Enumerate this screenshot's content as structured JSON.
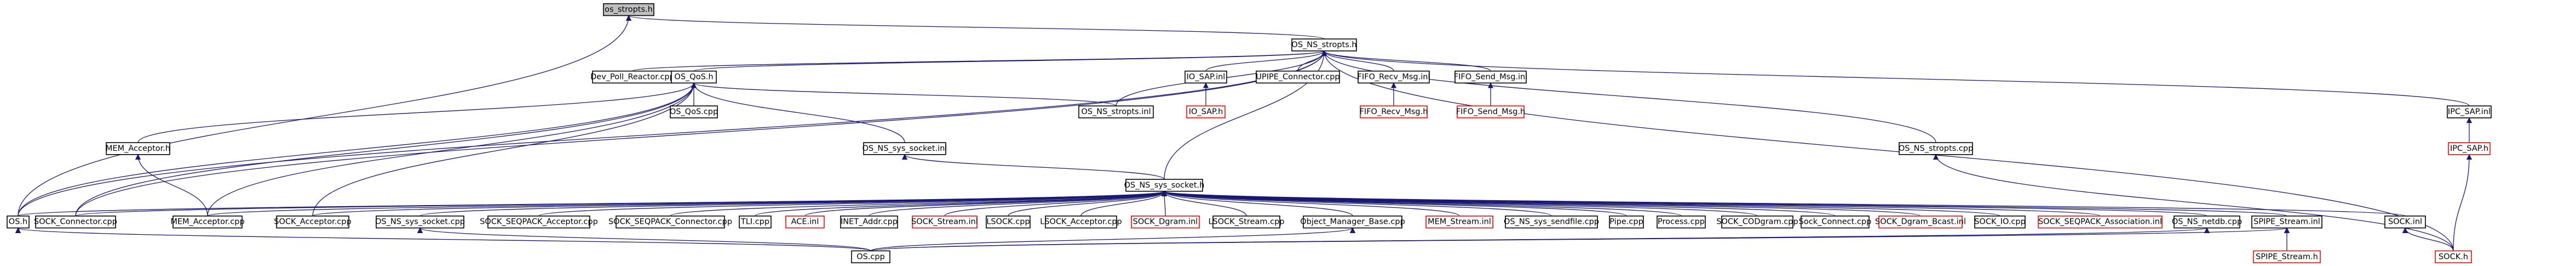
{
  "graph": {
    "colors": {
      "edge": "#191970",
      "node_border_documented": "#000000",
      "node_border_undocumented": "#ff0000",
      "node_fill_root": "#bfbfbf",
      "node_fill": "#ffffff",
      "text": "#000000"
    },
    "nodes": [
      {
        "id": "root",
        "label": "os_stropts.h",
        "kind": "root"
      },
      {
        "id": "osnsstropts_h",
        "label": "OS_NS_stropts.h",
        "kind": "doc"
      },
      {
        "id": "devpoll",
        "label": "Dev_Poll_Reactor.cpp",
        "kind": "doc"
      },
      {
        "id": "osqos_h",
        "label": "OS_QoS.h",
        "kind": "doc"
      },
      {
        "id": "iosap_inl",
        "label": "IO_SAP.inl",
        "kind": "doc"
      },
      {
        "id": "iosap_h",
        "label": "IO_SAP.h",
        "kind": "undoc"
      },
      {
        "id": "upipe_conn",
        "label": "UPIPE_Connector.cpp",
        "kind": "doc"
      },
      {
        "id": "fifo_recv_inl",
        "label": "FIFO_Recv_Msg.inl",
        "kind": "doc"
      },
      {
        "id": "fifo_recv_h",
        "label": "FIFO_Recv_Msg.h",
        "kind": "undoc"
      },
      {
        "id": "fifo_send_inl",
        "label": "FIFO_Send_Msg.inl",
        "kind": "doc"
      },
      {
        "id": "fifo_send_h",
        "label": "FIFO_Send_Msg.h",
        "kind": "undoc"
      },
      {
        "id": "ipcsap_inl",
        "label": "IPC_SAP.inl",
        "kind": "doc"
      },
      {
        "id": "ipcsap_h",
        "label": "IPC_SAP.h",
        "kind": "undoc"
      },
      {
        "id": "osqos_cpp",
        "label": "OS_QoS.cpp",
        "kind": "doc"
      },
      {
        "id": "osnssyssock_inl",
        "label": "OS_NS_sys_socket.inl",
        "kind": "doc"
      },
      {
        "id": "osnsstropts_inl",
        "label": "OS_NS_stropts.inl",
        "kind": "doc"
      },
      {
        "id": "mem_acceptor_h",
        "label": "MEM_Acceptor.h",
        "kind": "doc"
      },
      {
        "id": "osnssyssock_h",
        "label": "OS_NS_sys_socket.h",
        "kind": "doc"
      },
      {
        "id": "osnsstropts_cpp",
        "label": "OS_NS_stropts.cpp",
        "kind": "doc"
      },
      {
        "id": "os_h",
        "label": "OS.h",
        "kind": "doc"
      },
      {
        "id": "sock_conn",
        "label": "SOCK_Connector.cpp",
        "kind": "doc"
      },
      {
        "id": "mem_acc_cpp",
        "label": "MEM_Acceptor.cpp",
        "kind": "doc"
      },
      {
        "id": "sock_acc",
        "label": "SOCK_Acceptor.cpp",
        "kind": "doc"
      },
      {
        "id": "osnssyssock_cpp",
        "label": "OS_NS_sys_socket.cpp",
        "kind": "doc"
      },
      {
        "id": "seqpack_acc",
        "label": "SOCK_SEQPACK_Acceptor.cpp",
        "kind": "doc"
      },
      {
        "id": "seqpack_conn",
        "label": "SOCK_SEQPACK_Connector.cpp",
        "kind": "doc"
      },
      {
        "id": "tli",
        "label": "TLI.cpp",
        "kind": "doc"
      },
      {
        "id": "ace_inl",
        "label": "ACE.inl",
        "kind": "undoc"
      },
      {
        "id": "inet_addr",
        "label": "INET_Addr.cpp",
        "kind": "doc"
      },
      {
        "id": "sock_stream_inl",
        "label": "SOCK_Stream.inl",
        "kind": "undoc"
      },
      {
        "id": "lsock",
        "label": "LSOCK.cpp",
        "kind": "doc"
      },
      {
        "id": "lsock_acc",
        "label": "LSOCK_Acceptor.cpp",
        "kind": "doc"
      },
      {
        "id": "sock_dgram_inl",
        "label": "SOCK_Dgram.inl",
        "kind": "undoc"
      },
      {
        "id": "lsock_stream",
        "label": "LSOCK_Stream.cpp",
        "kind": "doc"
      },
      {
        "id": "objmgr",
        "label": "Object_Manager_Base.cpp",
        "kind": "doc"
      },
      {
        "id": "mem_stream_inl",
        "label": "MEM_Stream.inl",
        "kind": "undoc"
      },
      {
        "id": "sendfile",
        "label": "OS_NS_sys_sendfile.cpp",
        "kind": "doc"
      },
      {
        "id": "pipe",
        "label": "Pipe.cpp",
        "kind": "doc"
      },
      {
        "id": "process",
        "label": "Process.cpp",
        "kind": "doc"
      },
      {
        "id": "codgram",
        "label": "SOCK_CODgram.cpp",
        "kind": "doc"
      },
      {
        "id": "sock_connect",
        "label": "Sock_Connect.cpp",
        "kind": "doc"
      },
      {
        "id": "dgram_bcast",
        "label": "SOCK_Dgram_Bcast.inl",
        "kind": "undoc"
      },
      {
        "id": "sock_io",
        "label": "SOCK_IO.cpp",
        "kind": "doc"
      },
      {
        "id": "seqpack_assoc",
        "label": "SOCK_SEQPACK_Association.inl",
        "kind": "undoc"
      },
      {
        "id": "netdb",
        "label": "OS_NS_netdb.cpp",
        "kind": "doc"
      },
      {
        "id": "spipe_stream_inl",
        "label": "SPIPE_Stream.inl",
        "kind": "doc"
      },
      {
        "id": "spipe_stream_h",
        "label": "SPIPE_Stream.h",
        "kind": "undoc"
      },
      {
        "id": "sock_inl",
        "label": "SOCK.inl",
        "kind": "doc"
      },
      {
        "id": "sock_h",
        "label": "SOCK.h",
        "kind": "undoc"
      },
      {
        "id": "os_cpp",
        "label": "OS.cpp",
        "kind": "doc"
      }
    ],
    "edges": [
      [
        "osnsstropts_h",
        "root"
      ],
      [
        "osqos_h",
        "osnsstropts_h"
      ],
      [
        "devpoll",
        "osnsstropts_h"
      ],
      [
        "iosap_inl",
        "osnsstropts_h"
      ],
      [
        "upipe_conn",
        "osnsstropts_h"
      ],
      [
        "fifo_recv_inl",
        "osnsstropts_h"
      ],
      [
        "fifo_send_inl",
        "osnsstropts_h"
      ],
      [
        "ipcsap_inl",
        "osnsstropts_h"
      ],
      [
        "osnsstropts_inl",
        "osnsstropts_h"
      ],
      [
        "osnsstropts_cpp",
        "osnsstropts_h"
      ],
      [
        "osnssyssock_h",
        "osnsstropts_h"
      ],
      [
        "os_h",
        "osnsstropts_h"
      ],
      [
        "sock_h",
        "osnsstropts_h"
      ],
      [
        "sock_conn",
        "osnsstropts_h"
      ],
      [
        "iosap_h",
        "iosap_inl"
      ],
      [
        "fifo_recv_h",
        "fifo_recv_inl"
      ],
      [
        "fifo_send_h",
        "fifo_send_inl"
      ],
      [
        "ipcsap_h",
        "ipcsap_inl"
      ],
      [
        "sock_h",
        "ipcsap_h"
      ],
      [
        "osqos_cpp",
        "osqos_h"
      ],
      [
        "osnssyssock_inl",
        "osqos_h"
      ],
      [
        "osnsstropts_inl",
        "osqos_h"
      ],
      [
        "mem_acceptor_h",
        "osqos_h"
      ],
      [
        "os_h",
        "osqos_h"
      ],
      [
        "sock_conn",
        "osqos_h"
      ],
      [
        "mem_acc_cpp",
        "osqos_h"
      ],
      [
        "sock_acc",
        "osqos_h"
      ],
      [
        "osnssyssock_h",
        "osnssyssock_inl"
      ],
      [
        "mem_acc_cpp",
        "mem_acceptor_h"
      ],
      [
        "os_h",
        "osnssyssock_h"
      ],
      [
        "sock_conn",
        "osnssyssock_h"
      ],
      [
        "mem_acc_cpp",
        "osnssyssock_h"
      ],
      [
        "sock_acc",
        "osnssyssock_h"
      ],
      [
        "osnssyssock_cpp",
        "osnssyssock_h"
      ],
      [
        "seqpack_acc",
        "osnssyssock_h"
      ],
      [
        "seqpack_conn",
        "osnssyssock_h"
      ],
      [
        "tli",
        "osnssyssock_h"
      ],
      [
        "ace_inl",
        "osnssyssock_h"
      ],
      [
        "inet_addr",
        "osnssyssock_h"
      ],
      [
        "sock_stream_inl",
        "osnssyssock_h"
      ],
      [
        "lsock",
        "osnssyssock_h"
      ],
      [
        "lsock_acc",
        "osnssyssock_h"
      ],
      [
        "sock_dgram_inl",
        "osnssyssock_h"
      ],
      [
        "lsock_stream",
        "osnssyssock_h"
      ],
      [
        "objmgr",
        "osnssyssock_h"
      ],
      [
        "mem_stream_inl",
        "osnssyssock_h"
      ],
      [
        "sendfile",
        "osnssyssock_h"
      ],
      [
        "pipe",
        "osnssyssock_h"
      ],
      [
        "process",
        "osnssyssock_h"
      ],
      [
        "codgram",
        "osnssyssock_h"
      ],
      [
        "sock_connect",
        "osnssyssock_h"
      ],
      [
        "dgram_bcast",
        "osnssyssock_h"
      ],
      [
        "sock_io",
        "osnssyssock_h"
      ],
      [
        "seqpack_assoc",
        "osnssyssock_h"
      ],
      [
        "netdb",
        "osnssyssock_h"
      ],
      [
        "spipe_stream_inl",
        "osnssyssock_h"
      ],
      [
        "sock_inl",
        "osnssyssock_h"
      ],
      [
        "spipe_stream_h",
        "spipe_stream_inl"
      ],
      [
        "sock_h",
        "sock_inl"
      ],
      [
        "os_cpp",
        "os_h"
      ],
      [
        "os_cpp",
        "objmgr"
      ],
      [
        "os_cpp",
        "osnssyssock_cpp"
      ],
      [
        "os_cpp",
        "spipe_stream_inl"
      ],
      [
        "os_cpp",
        "netdb"
      ],
      [
        "os_h",
        "root"
      ],
      [
        "sock_h",
        "osnsstropts_cpp"
      ]
    ]
  }
}
